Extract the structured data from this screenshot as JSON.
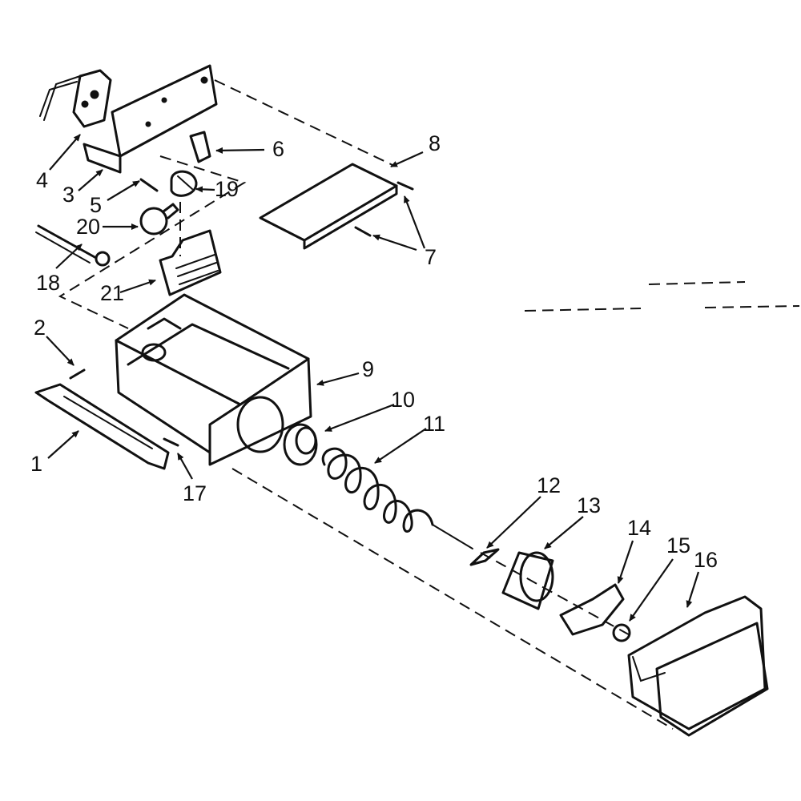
{
  "callouts": [
    "1",
    "2",
    "3",
    "4",
    "5",
    "6",
    "7",
    "8",
    "9",
    "10",
    "11",
    "12",
    "13",
    "14",
    "15",
    "16",
    "17",
    "18",
    "19",
    "20",
    "21"
  ],
  "colors": {
    "ink": "#111111",
    "paper": "#ffffff"
  }
}
